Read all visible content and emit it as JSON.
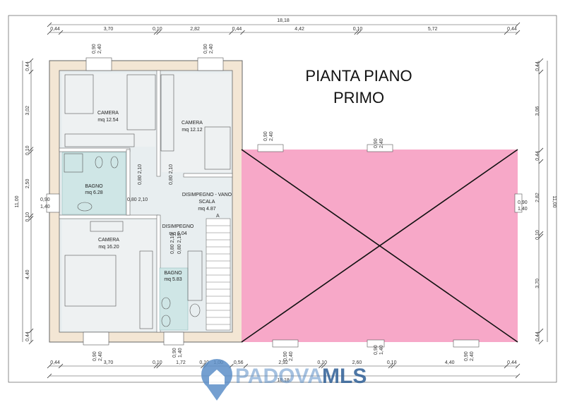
{
  "title": {
    "line1": "PIANTA PIANO",
    "line2": "PRIMO"
  },
  "overall": {
    "top": "18,18",
    "bottom": "18,18",
    "left": "11,00",
    "right": "11,00"
  },
  "top_segments": [
    "0,44",
    "3,70",
    "0,10",
    "2,82",
    "0,44",
    "4,42",
    "0,10",
    "5,72",
    "0,44"
  ],
  "bottom_segments": [
    "0,44",
    "3,70",
    "0,10",
    "1,72",
    "0,10",
    "1,00",
    "0,56",
    "2,92",
    "0,10",
    "2,60",
    "0,10",
    "4,40",
    "0,44"
  ],
  "left_segments": [
    "0,44",
    "3,02",
    "0,10",
    "2,50",
    "0,10",
    "4,40",
    "0,44"
  ],
  "right_segments": [
    "0,44",
    "3,06",
    "0,44",
    "2,82",
    "0,10",
    "3,70",
    "0,44"
  ],
  "rooms": [
    {
      "name": "CAMERA",
      "area": "mq 12.54"
    },
    {
      "name": "CAMERA",
      "area": "mq 12.12"
    },
    {
      "name": "BAGNO",
      "area": "mq 6.28"
    },
    {
      "name": "DISIMPEGNO - VANO",
      "name2": "SCALA",
      "area": "mq 4.87"
    },
    {
      "name": "DISIMPEGNO",
      "area": "mq 6.04"
    },
    {
      "name": "CAMERA",
      "area": "mq 16.20"
    },
    {
      "name": "BAGNO",
      "area": "mq 5.83"
    }
  ],
  "windows": {
    "top_left": [
      "0,90",
      "2,40"
    ],
    "top_mid": [
      "0,90",
      "2,40"
    ],
    "top_right1": [
      "0,90",
      "2,40"
    ],
    "top_right2": [
      "0,90",
      "2,40"
    ],
    "left": [
      "0,90",
      "1,40"
    ],
    "right": [
      "0,90",
      "1,40"
    ],
    "bottom_left": [
      "0,90",
      "2,40"
    ],
    "bottom_mid": [
      "0,90",
      "1,40"
    ],
    "bottom_right1": [
      "0,90",
      "2,40"
    ],
    "bottom_right2": [
      "0,90",
      "1,40"
    ],
    "bottom_right3": [
      "0,90",
      "2,40"
    ]
  },
  "doors": [
    "0,80 2,10",
    "0,80 2,10",
    "0,80 2,10",
    "0,80 2,10",
    "0,80 2,10"
  ],
  "stair_arrow": "A",
  "watermark": {
    "padova": "PADOVA",
    "mls": "MLS"
  },
  "colors": {
    "excluded_area": "#f7a8c8",
    "wall_fill": "#f3e6d4",
    "floor_tint": "#e8eef0",
    "bath_tile": "#cfe6e6",
    "watermark": "#5c8fc8"
  }
}
